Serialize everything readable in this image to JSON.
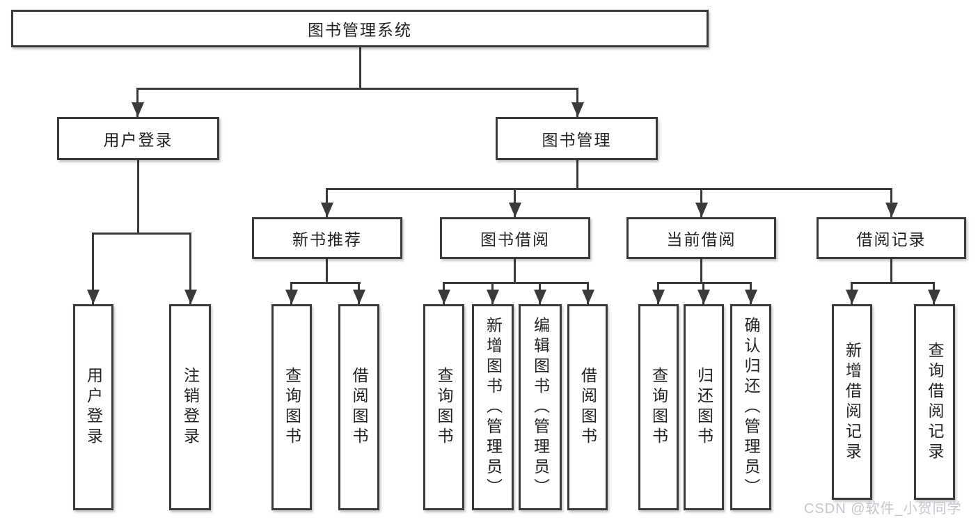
{
  "colors": {
    "line": "#3a3a3a",
    "text": "#222222",
    "bg": "#ffffff",
    "wm": "#c2c6cb"
  },
  "watermark": "CSDN @软件_小贺同学",
  "tree": {
    "label": "图书管理系统",
    "children": [
      {
        "label": "用户登录",
        "children": [
          {
            "label": "用户登录"
          },
          {
            "label": "注销登录"
          }
        ]
      },
      {
        "label": "图书管理",
        "children": [
          {
            "label": "新书推荐",
            "children": [
              {
                "label": "查询图书"
              },
              {
                "label": "借阅图书"
              }
            ]
          },
          {
            "label": "图书借阅",
            "children": [
              {
                "label": "查询图书"
              },
              {
                "label": "新增图书（管理员）"
              },
              {
                "label": "编辑图书（管理员）"
              },
              {
                "label": "借阅图书"
              }
            ]
          },
          {
            "label": "当前借阅",
            "children": [
              {
                "label": "查询图书"
              },
              {
                "label": "归还图书"
              },
              {
                "label": "确认归还（管理员）"
              }
            ]
          },
          {
            "label": "借阅记录",
            "children": [
              {
                "label": "新增借阅记录"
              },
              {
                "label": "查询借阅记录"
              }
            ]
          }
        ]
      }
    ]
  }
}
